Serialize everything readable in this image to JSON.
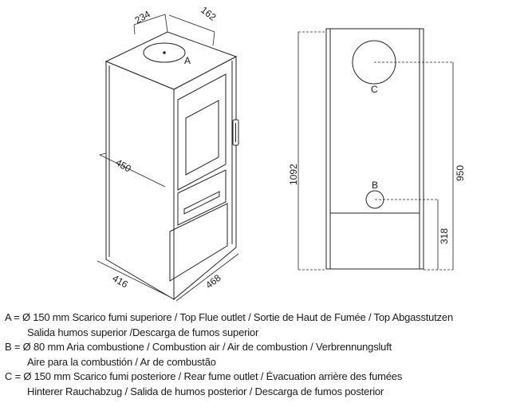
{
  "dimensions": {
    "top_depth": "234",
    "top_width": "162",
    "depth": "450",
    "base_depth": "416",
    "base_width": "468",
    "total_height": "1092",
    "rear_outlet_height": "950",
    "air_inlet_height": "318"
  },
  "markers": {
    "top_outlet": "A",
    "air_inlet": "B",
    "rear_outlet": "C"
  },
  "legend": [
    {
      "key": "A",
      "line1": "A = Ø 150 mm  Scarico fumi superiore / Top Flue outlet / Sortie de Haut de Fumée / Top Abgasstutzen",
      "line2": "Salida humos superior /Descarga de fumos superior"
    },
    {
      "key": "B",
      "line1": "B = Ø 80 mm  Aria combustione / Combustion air / Air de combustion / Verbrennungsluft",
      "line2": "Aire para la combustión / Ar de combustão"
    },
    {
      "key": "C",
      "line1": "C = Ø 150 mm  Scarico fumi posteriore / Rear fume outlet / Évacuation arrière des fumées",
      "line2": "Hinterer Rauchabzug / Salida de humos posterior / Descarga de fumos posterior"
    }
  ]
}
